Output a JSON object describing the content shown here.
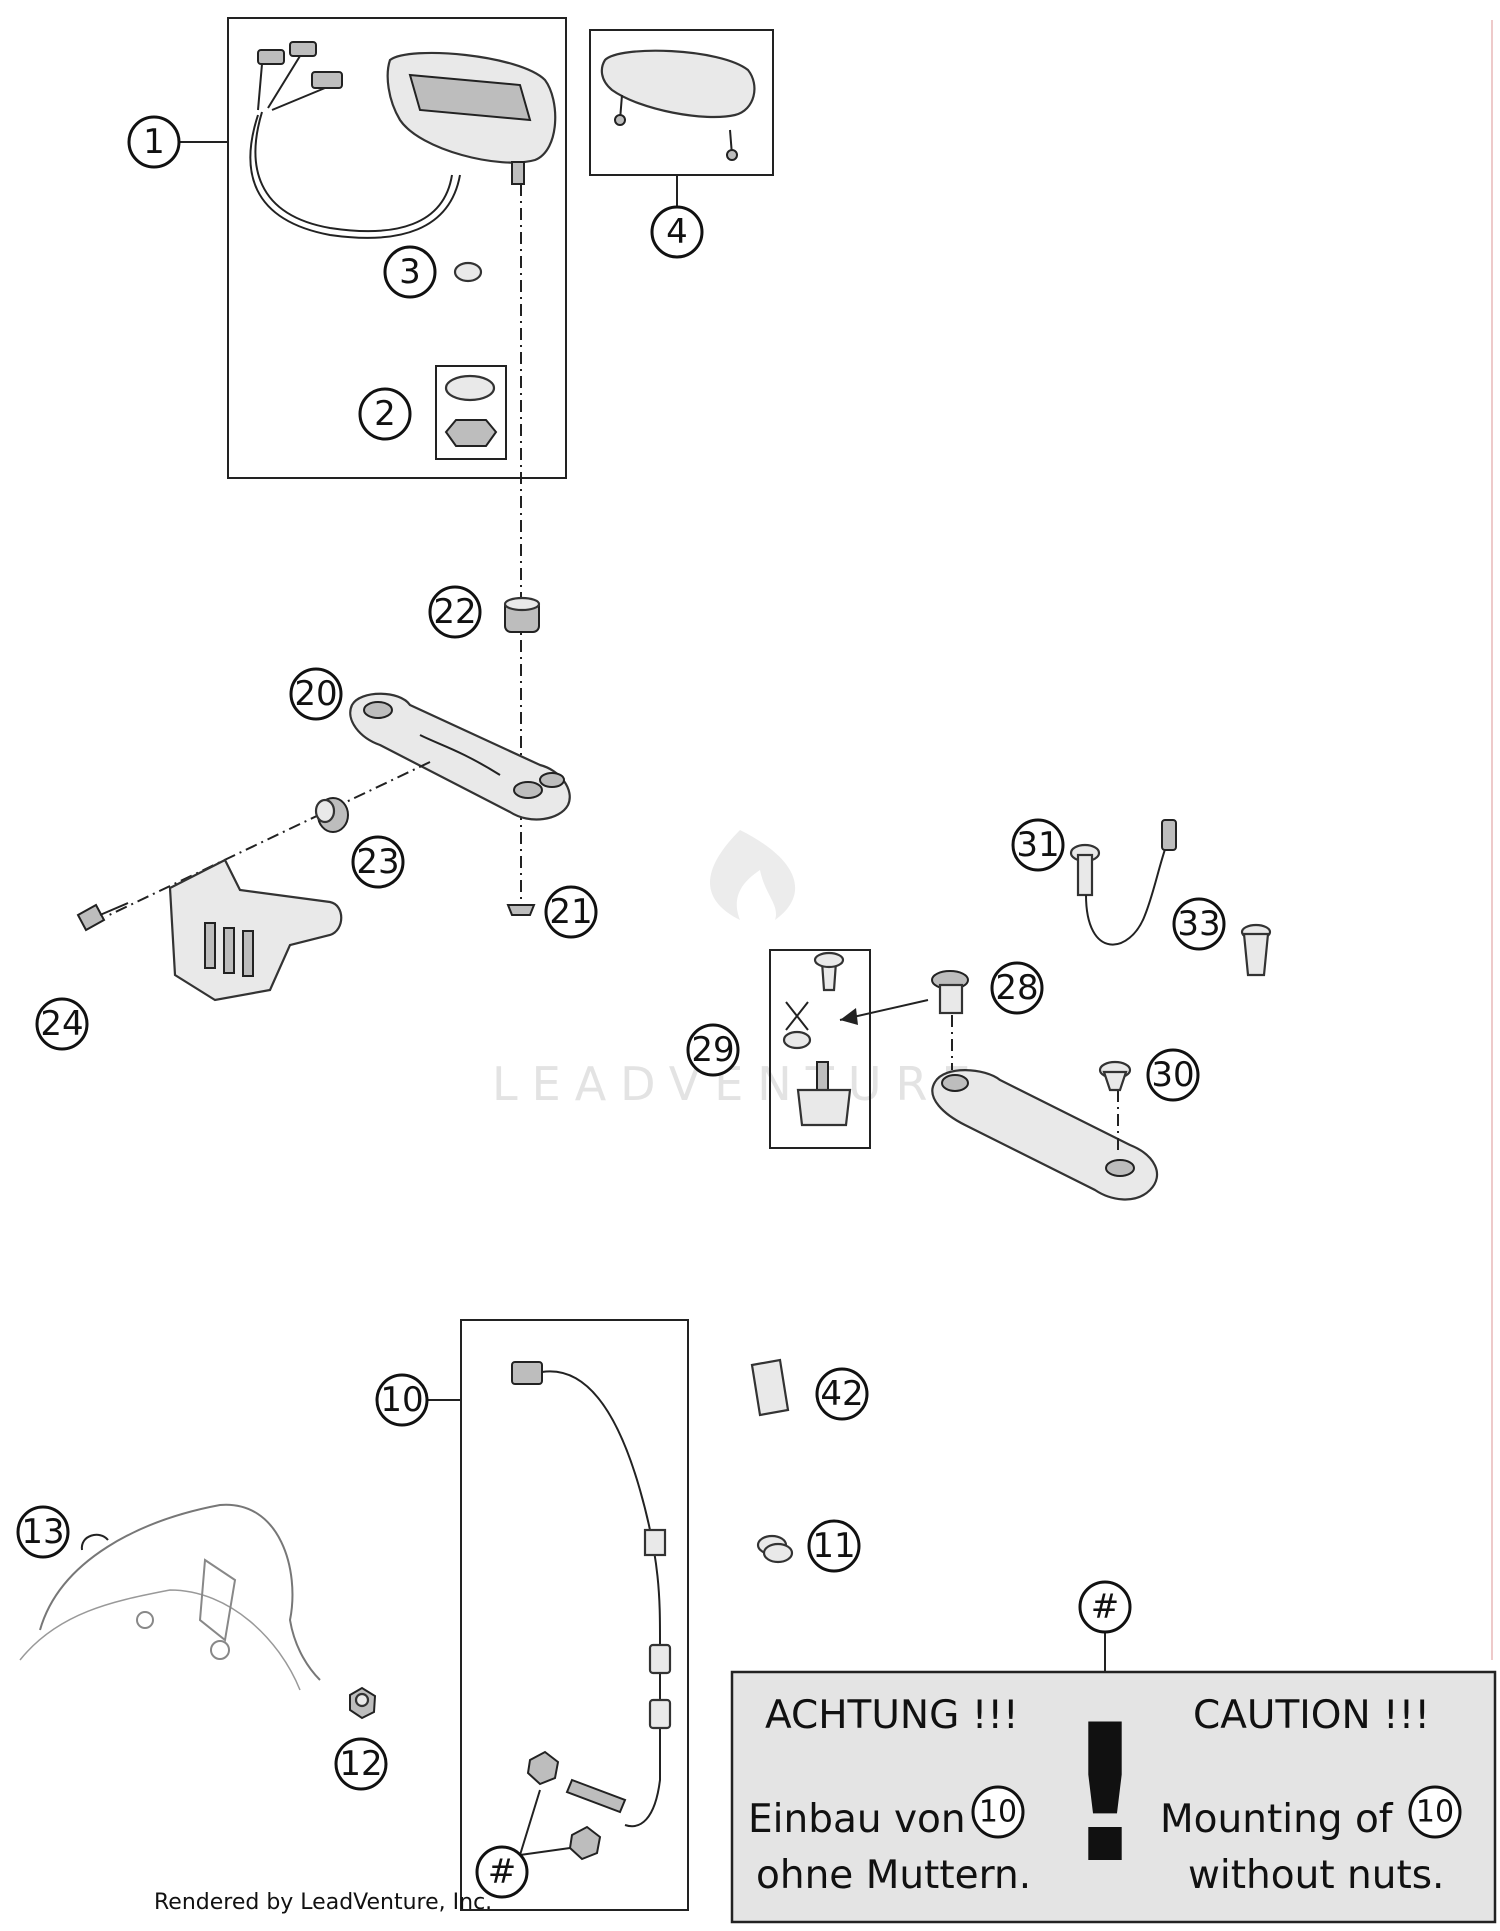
{
  "callouts": [
    {
      "id": "c1",
      "label": "1"
    },
    {
      "id": "c2",
      "label": "2"
    },
    {
      "id": "c3",
      "label": "3"
    },
    {
      "id": "c4",
      "label": "4"
    },
    {
      "id": "c10",
      "label": "10"
    },
    {
      "id": "c11",
      "label": "11"
    },
    {
      "id": "c12",
      "label": "12"
    },
    {
      "id": "c13",
      "label": "13"
    },
    {
      "id": "c20",
      "label": "20"
    },
    {
      "id": "c21",
      "label": "21"
    },
    {
      "id": "c22",
      "label": "22"
    },
    {
      "id": "c23",
      "label": "23"
    },
    {
      "id": "c24",
      "label": "24"
    },
    {
      "id": "c28",
      "label": "28"
    },
    {
      "id": "c29",
      "label": "29"
    },
    {
      "id": "c30",
      "label": "30"
    },
    {
      "id": "c31",
      "label": "31"
    },
    {
      "id": "c33",
      "label": "33"
    },
    {
      "id": "c42",
      "label": "42"
    },
    {
      "id": "chash1",
      "label": "#"
    },
    {
      "id": "chash2",
      "label": "#"
    }
  ],
  "note": {
    "de_title": "ACHTUNG !!!",
    "de_line1": "Einbau von",
    "de_ref": "10",
    "de_line2": "ohne Muttern.",
    "en_title": "CAUTION !!!",
    "en_line1": "Mounting of",
    "en_ref": "10",
    "en_line2": "without nuts.",
    "symbol": "!"
  },
  "watermark": "LEADVENTURE",
  "footer": "Rendered by LeadVenture, Inc."
}
